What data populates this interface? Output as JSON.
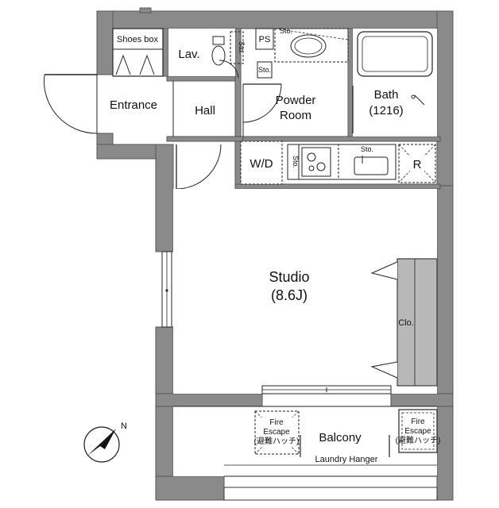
{
  "plan": {
    "rooms": {
      "shoes_box": "Shoes box",
      "lavatory": "Lav.",
      "entrance": "Entrance",
      "hall": "Hall",
      "powder_room_line1": "Powder",
      "powder_room_line2": "Room",
      "bath_line1": "Bath",
      "bath_line2": "(1216)",
      "washer_dryer": "W/D",
      "refrigerator": "R",
      "studio_line1": "Studio",
      "studio_line2": "(8.6J)",
      "closet": "Clo.",
      "balcony": "Balcony",
      "laundry_hanger": "Laundry Hanger"
    },
    "storage_labels": {
      "sto_lav": "Sto.",
      "sto_top": "Sto.",
      "sto_powder": "Sto.",
      "sto_kitchen_left": "Sto.",
      "sto_kitchen_right": "Sto.",
      "ps": "PS"
    },
    "fire_escape_left": {
      "line1": "Fire",
      "line2": "Escape",
      "line3": "(避難ハッチ)"
    },
    "fire_escape_right": {
      "line1": "Fire",
      "line2": "Escape",
      "line3": "(避難ハッチ)"
    },
    "compass": {
      "north_label": "N"
    },
    "colors": {
      "wall": "#8a8a8a",
      "wall_dark": "#6f6f6f",
      "line": "#222222",
      "closet_fill": "#b8b8b8"
    }
  }
}
